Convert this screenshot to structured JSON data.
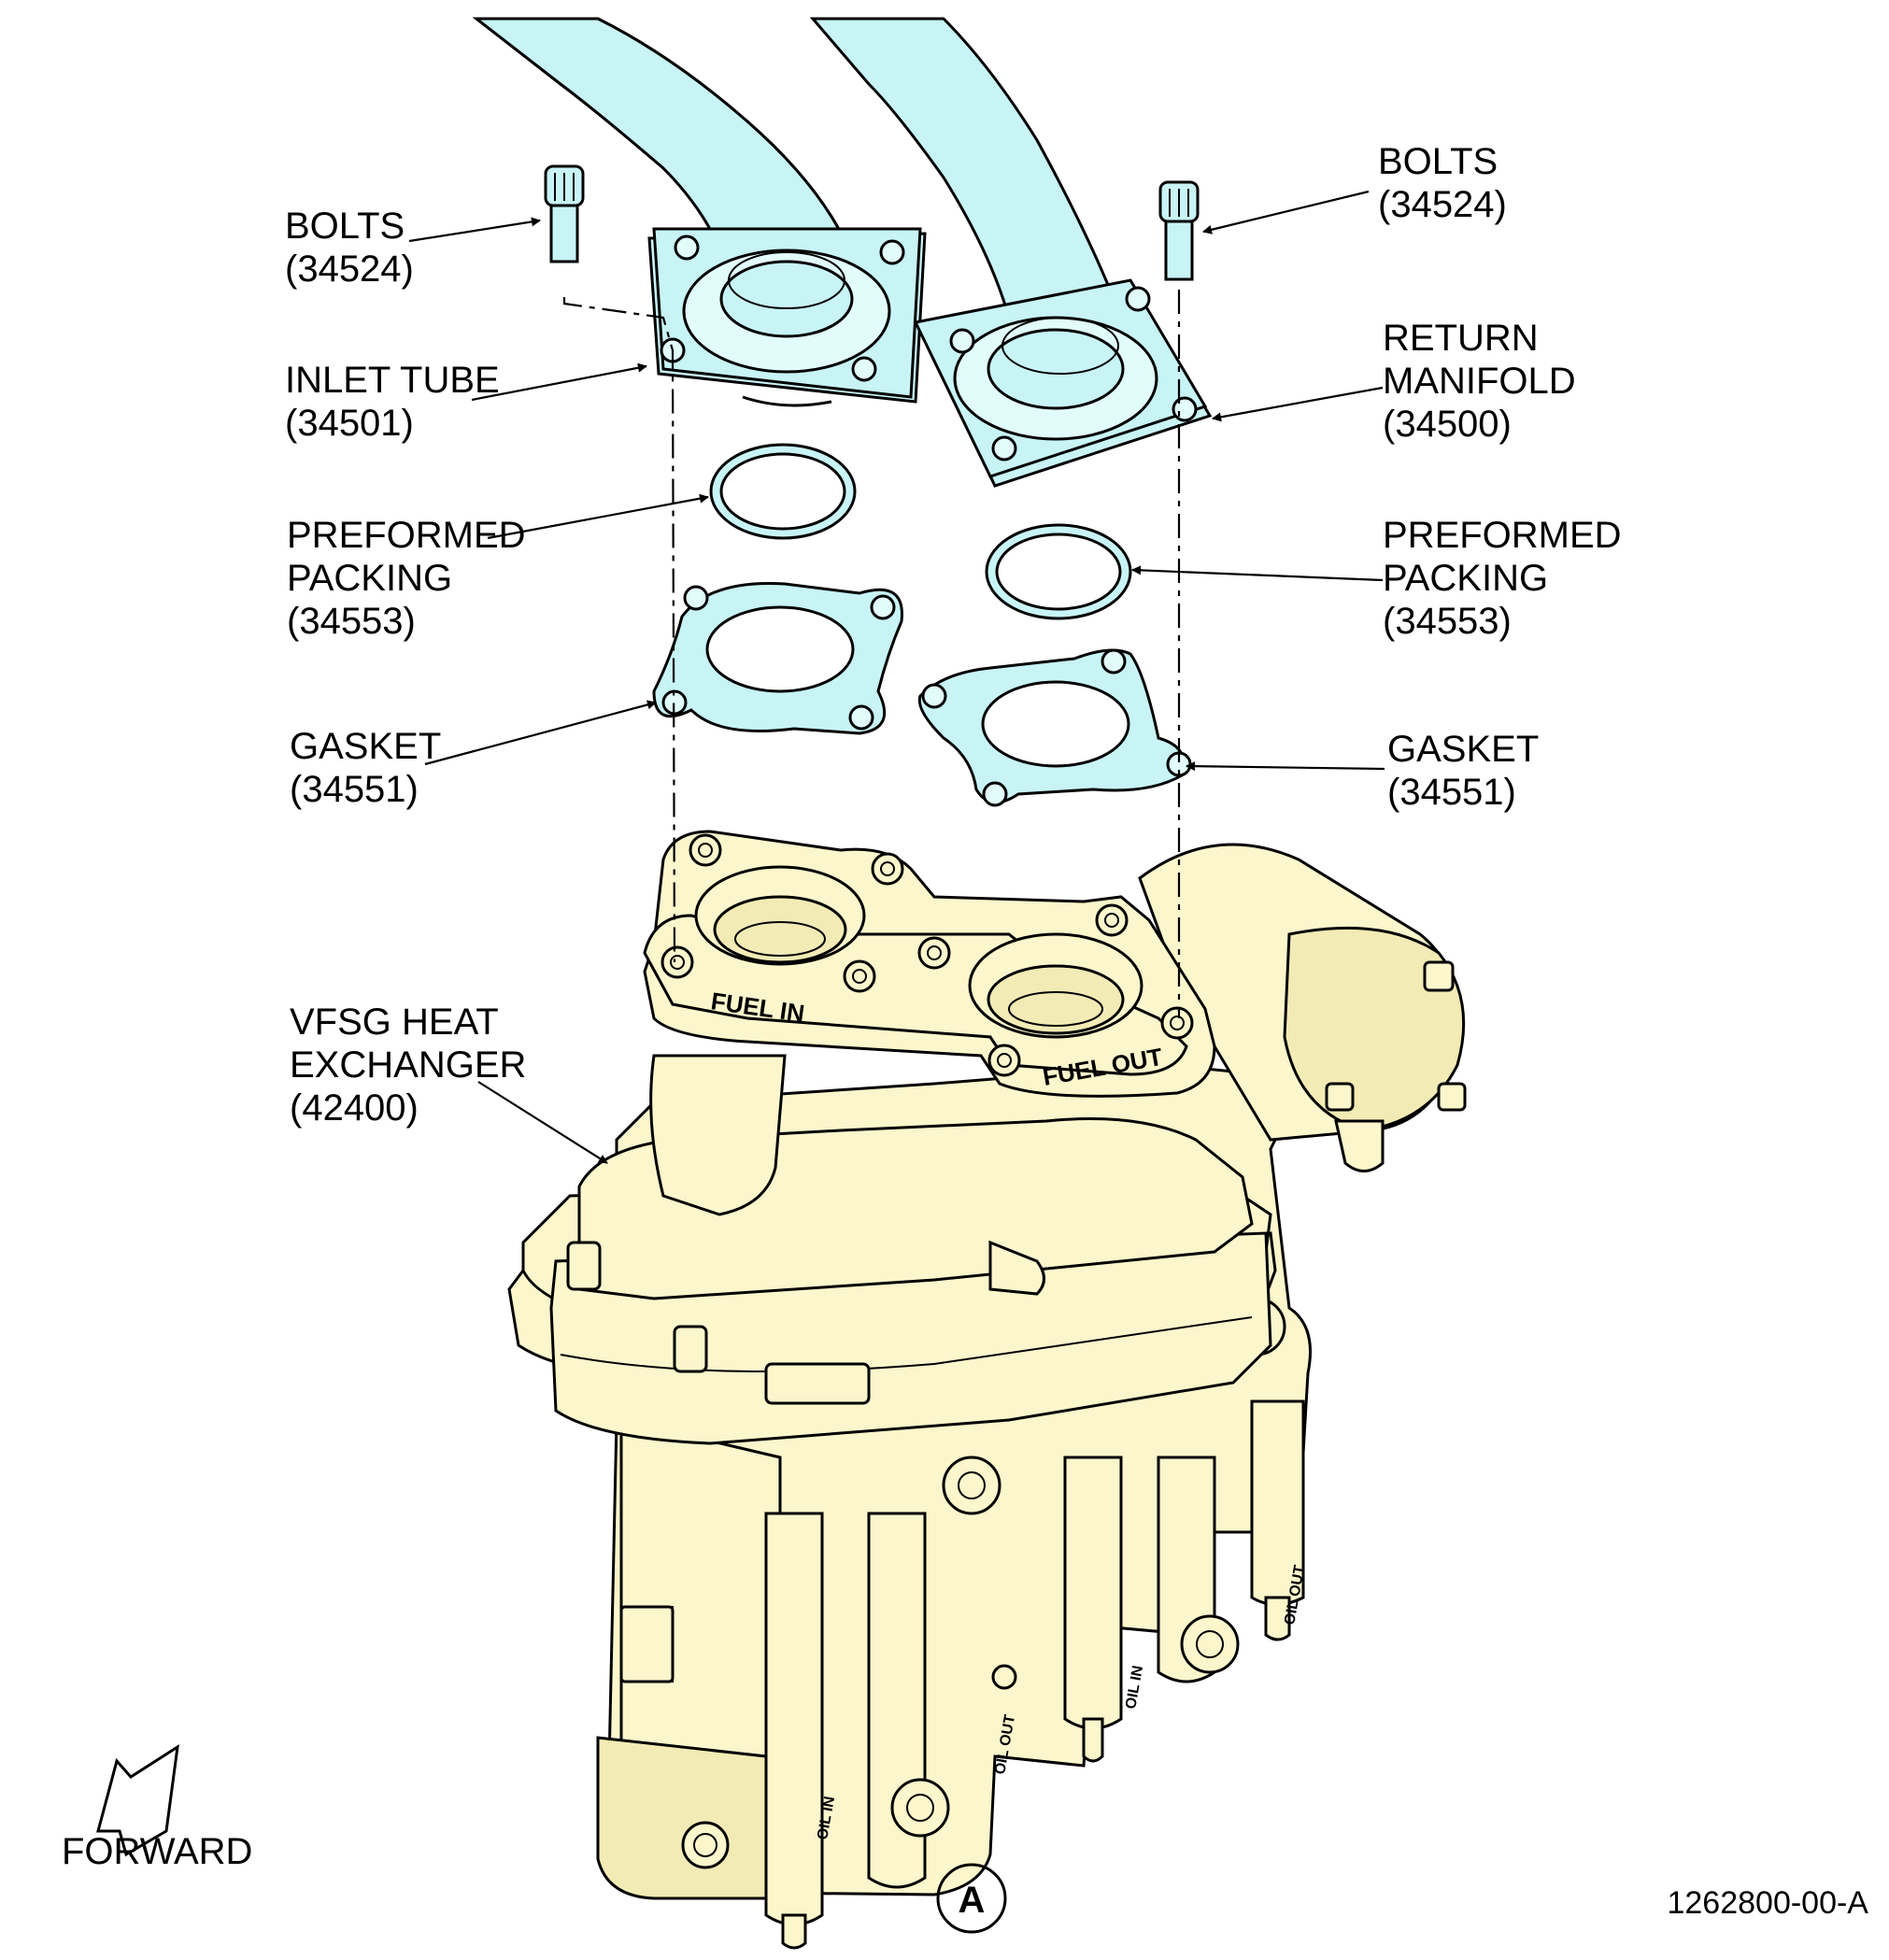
{
  "labels": {
    "bolts_left": [
      "BOLTS",
      "(34524)"
    ],
    "bolts_right": [
      "BOLTS",
      "(34524)"
    ],
    "inlet_tube": [
      "INLET TUBE",
      "(34501)"
    ],
    "return_manifold": [
      "RETURN",
      "MANIFOLD",
      "(34500)"
    ],
    "packing_left": [
      "PREFORMED",
      "PACKING",
      "(34553)"
    ],
    "packing_right": [
      "PREFORMED",
      "PACKING",
      "(34553)"
    ],
    "gasket_left": [
      "GASKET",
      "(34551)"
    ],
    "gasket_right": [
      "GASKET",
      "(34551)"
    ],
    "heat_exchanger": [
      "VFSG HEAT",
      "EXCHANGER",
      "(42400)"
    ]
  },
  "stamps": {
    "fuel_in": "FUEL IN",
    "fuel_out": "FUEL OUT",
    "oil_in": "OIL IN",
    "oil_out": "OIL OUT"
  },
  "forward_label": "FORWARD",
  "view_letter": "A",
  "figure_id": "1262800-00-A",
  "colors": {
    "tube_parts": "#c8f4f6",
    "heat_exchanger": "#fbf6cc",
    "line": "#000000"
  }
}
